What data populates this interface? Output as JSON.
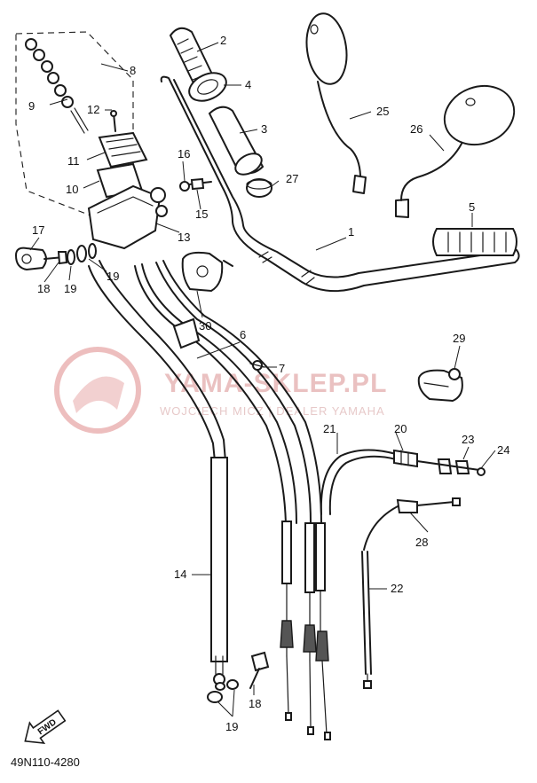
{
  "part_labels": {
    "p1": "1",
    "p2": "2",
    "p3": "3",
    "p4": "4",
    "p5": "5",
    "p6": "6",
    "p7": "7",
    "p8": "8",
    "p9": "9",
    "p10": "10",
    "p11": "11",
    "p12": "12",
    "p13": "13",
    "p14": "14",
    "p15": "15",
    "p16": "16",
    "p17": "17",
    "p18a": "18",
    "p18b": "18",
    "p19a": "19",
    "p19b": "19",
    "p19c": "19",
    "p20": "20",
    "p21": "21",
    "p22": "22",
    "p23": "23",
    "p24": "24",
    "p25": "25",
    "p26": "26",
    "p27": "27",
    "p28": "28",
    "p29": "29",
    "p30": "30"
  },
  "watermark": {
    "brand": "YAMA-SKLEP.PL",
    "dealer": "WOJCIECH MICZ | DEALER YAMAHA",
    "color": "#e7b7b7"
  },
  "fwd_arrow_text": "FWD",
  "drawing_number": "49N110-4280"
}
